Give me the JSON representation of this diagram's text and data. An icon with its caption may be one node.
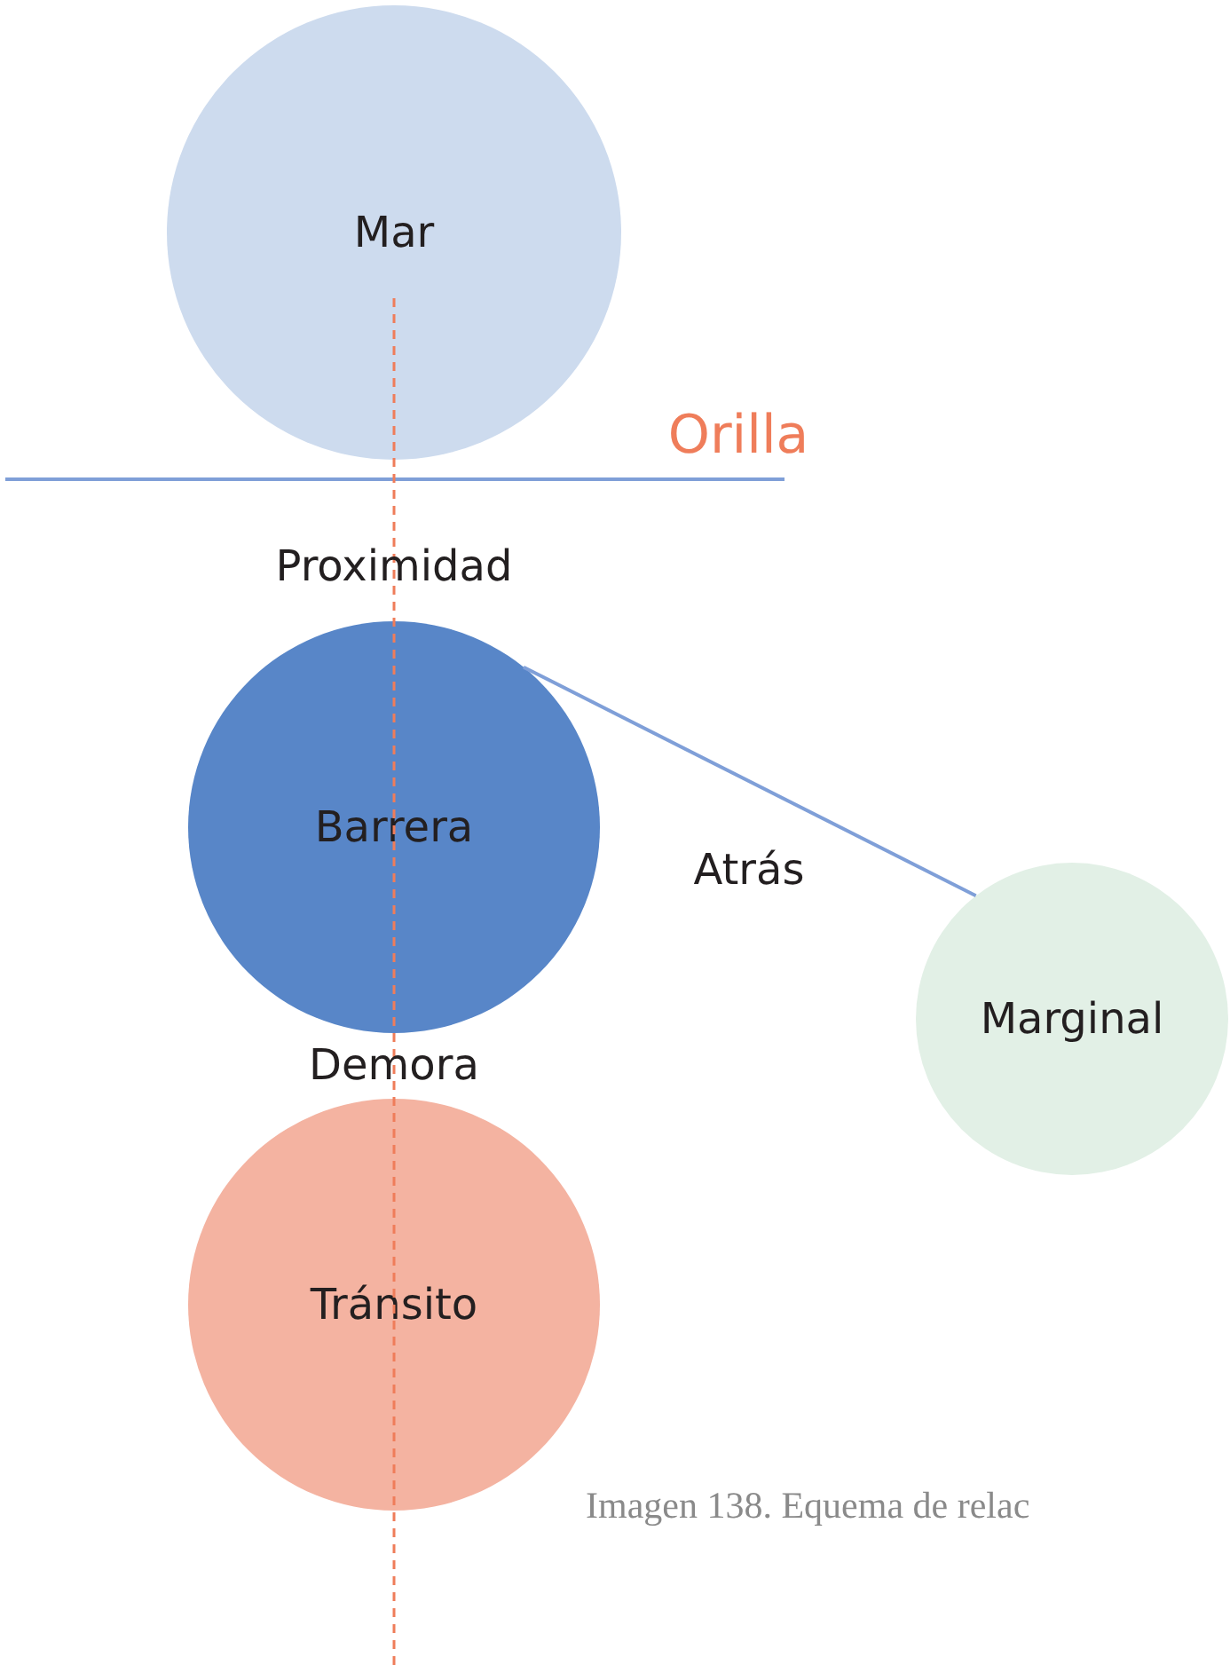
{
  "diagram": {
    "caption": "Imagen 138. Equema de relac",
    "nodes": [
      {
        "text": [
          "Mar"
        ]
      },
      {
        "text": [
          "Barrera"
        ]
      },
      {
        "text": [
          "Marginal"
        ]
      },
      {
        "text": [
          "Tránsito"
        ]
      }
    ],
    "edges": [
      {
        "from": 1,
        "to": 2,
        "arrow": "none"
      }
    ],
    "labels": [
      "Orilla",
      "Proximidad",
      "Atrás",
      "Demora"
    ]
  }
}
